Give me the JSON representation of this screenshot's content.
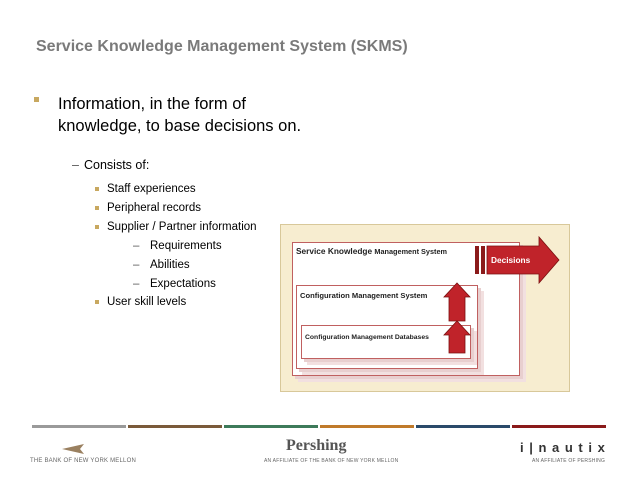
{
  "slide": {
    "title": "Service Knowledge Management System (SKMS)",
    "bullet_main": "Information, in the form of knowledge, to base decisions on.",
    "sub_heading": "Consists of:",
    "items": [
      "Staff experiences",
      "Peripheral records",
      "Supplier / Partner information"
    ],
    "sub_items": [
      "Requirements",
      "Abilities",
      "Expectations"
    ],
    "last_item": "User skill levels"
  },
  "diagram": {
    "skms_label_bold": "Service Knowledge",
    "skms_label_rest": "Management System",
    "cms_label": "Configuration Management System",
    "cmdb_label": "Configuration Management Databases",
    "decisions_label": "Decisions"
  },
  "footer": {
    "left_org": "THE BANK OF NEW YORK MELLON",
    "center_brand": "Pershing",
    "center_sub": "AN AFFILIATE OF THE BANK OF NEW YORK MELLON",
    "right_brand": "i | n a u t i x",
    "right_sub": "AN AFFILIATE OF PERSHING"
  },
  "colors": {
    "title": "#7a7a7a",
    "bullet": "#c8a860",
    "arrow_red": "#c0232a",
    "diagram_bg": "#f7edd0"
  }
}
